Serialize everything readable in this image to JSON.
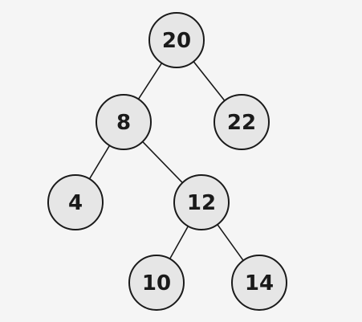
{
  "tree": {
    "colors": {
      "node_fill": "#e6e6e6",
      "node_stroke": "#1a1a1a",
      "edge": "#1a1a1a",
      "background": "#f5f5f5"
    },
    "nodes": [
      {
        "id": "n20",
        "label": "20"
      },
      {
        "id": "n8",
        "label": "8"
      },
      {
        "id": "n22",
        "label": "22"
      },
      {
        "id": "n4",
        "label": "4"
      },
      {
        "id": "n12",
        "label": "12"
      },
      {
        "id": "n10",
        "label": "10"
      },
      {
        "id": "n14",
        "label": "14"
      }
    ],
    "edges": [
      {
        "from": "n20",
        "to": "n8"
      },
      {
        "from": "n20",
        "to": "n22"
      },
      {
        "from": "n8",
        "to": "n4"
      },
      {
        "from": "n8",
        "to": "n12"
      },
      {
        "from": "n12",
        "to": "n10"
      },
      {
        "from": "n12",
        "to": "n14"
      }
    ]
  }
}
